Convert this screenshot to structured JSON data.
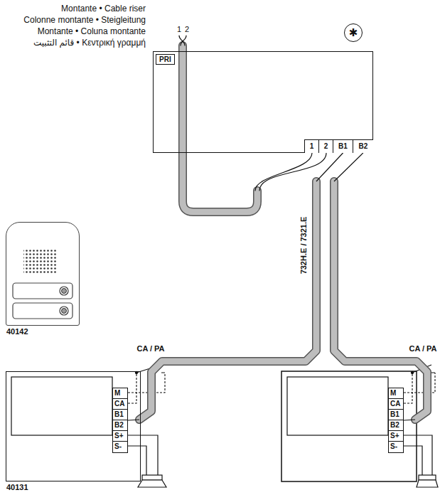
{
  "diagram": {
    "nodes": [
      {
        "text": [
          "PRI"
        ]
      },
      {
        "text": [
          "1",
          "2",
          "B1",
          "B2"
        ],
        "in": 0
      },
      {
        "text": [
          "40142"
        ]
      },
      {
        "text": [
          "40131"
        ]
      },
      {
        "text": [
          "M",
          "CA",
          "B1",
          "B2",
          "S+",
          "S-"
        ],
        "in": 3
      },
      {
        "text": [
          "M",
          "CA",
          "B1",
          "B2",
          "S+",
          "S-"
        ]
      }
    ],
    "edges": [
      {
        "from": 1,
        "to": 4,
        "arrow": "none",
        "label": "732H.E / 7321.E"
      },
      {
        "from": 1,
        "to": 5,
        "arrow": "none"
      }
    ],
    "labels": [
      "Montante • Cable riser",
      "Colonne montante • Steigleitung",
      "Montante • Coluna montante",
      "قائم التثبيت • Κεντρική γραμμή",
      "1",
      "2",
      "✱",
      "CA / PA",
      "CA / PA"
    ]
  }
}
